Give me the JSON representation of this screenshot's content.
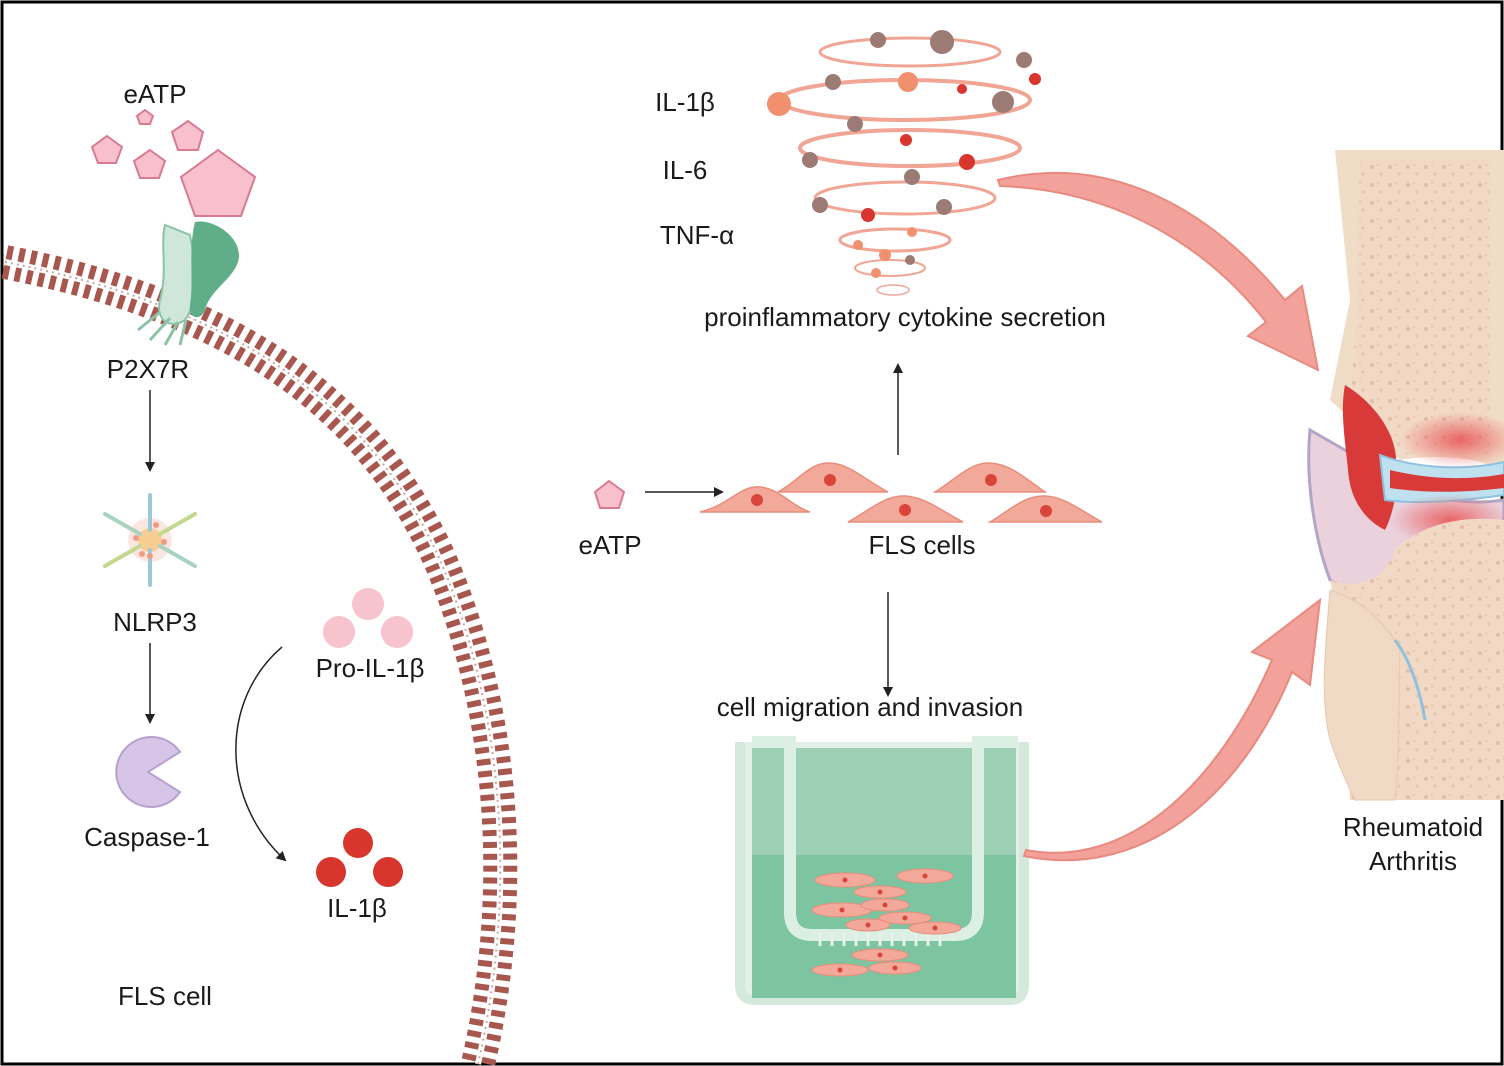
{
  "labels": {
    "eatp_top": "eATP",
    "p2x7r": "P2X7R",
    "nlrp3": "NLRP3",
    "caspase1": "Caspase-1",
    "pro_il1b": "Pro-IL-1β",
    "il1b_mature": "IL-1β",
    "fls_cell": "FLS cell",
    "il1b_cytokine": "IL-1β",
    "il6": "IL-6",
    "tnfa": "TNF-α",
    "cytokine_secretion": "proinflammatory cytokine secretion",
    "eatp_mid": "eATP",
    "fls_cells": "FLS cells",
    "migration": "cell migration and invasion",
    "ra_line1": "Rheumatoid",
    "ra_line2": "Arthritis"
  },
  "colors": {
    "membrane": "#a8574f",
    "eatp_fill": "#f7c0cc",
    "eatp_stroke": "#d97b90",
    "receptor_light": "#cfe7db",
    "receptor_dark": "#5fae87",
    "caspase": "#d6c5e6",
    "pro_il1b": "#f7c3cc",
    "il1b": "#d8362c",
    "cell_body": "#f3a99a",
    "cell_nucleus": "#d9453a",
    "cytokine_line": "#f0a595",
    "big_arrow": "#f2a29a",
    "transwell_upper": "#9ccfb3",
    "transwell_lower": "#7dc4a0",
    "bone": "#f2d6c2",
    "inflamed": "#d83a3a"
  },
  "icons": [
    "pentagon-icon",
    "receptor-icon",
    "inflammasome-icon",
    "pacman-icon",
    "cell-icon",
    "transwell-icon",
    "knee-joint-icon"
  ]
}
